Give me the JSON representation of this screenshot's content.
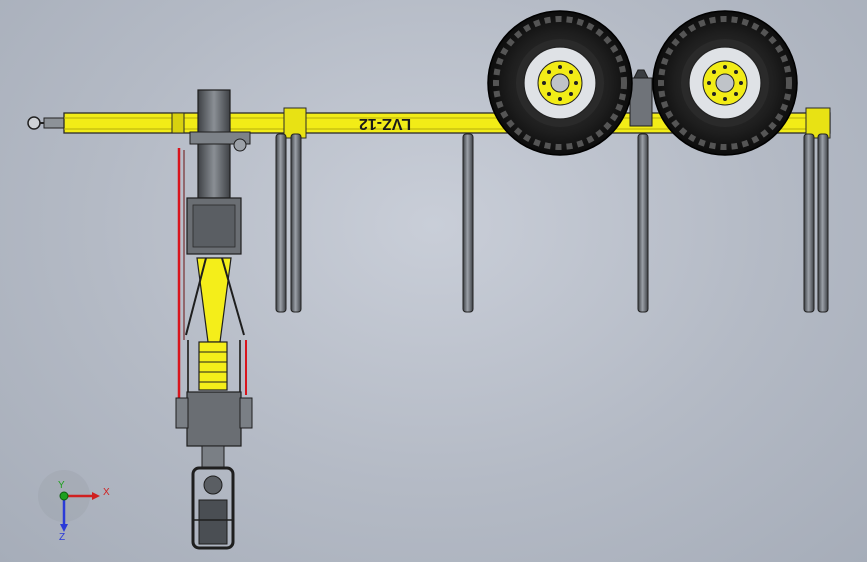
{
  "model": {
    "frame_label": "LVZ-12"
  },
  "triad": {
    "x_label": "X",
    "y_label": "Y",
    "z_label": "Z",
    "colors": {
      "x": "#d02020",
      "y": "#1ea01e",
      "z": "#2a3ad8"
    }
  },
  "colors": {
    "frame_yellow": "#f2ec17",
    "crane_yellow": "#f4ee1a",
    "hose_red": "#d8141c",
    "steel_gray": "#6a6e73",
    "background": "#b8bec8"
  }
}
